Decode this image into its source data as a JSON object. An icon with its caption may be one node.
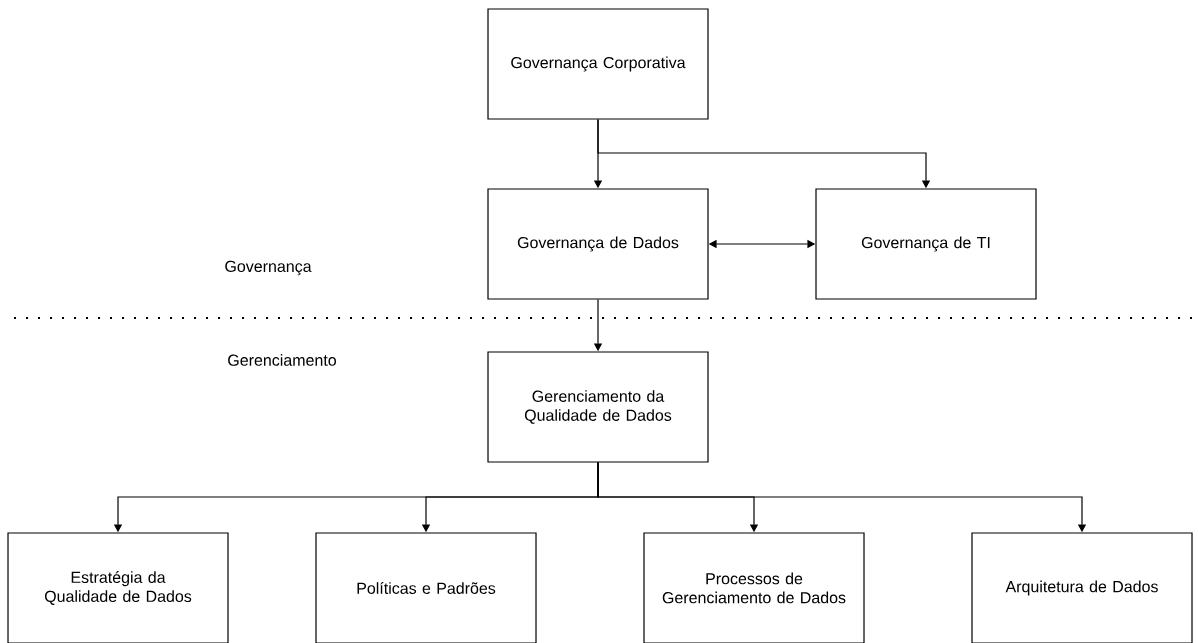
{
  "diagram": {
    "nodes": [
      {
        "text": [
          "Governança Corporativa"
        ]
      },
      {
        "text": [
          "Governança de Dados"
        ]
      },
      {
        "text": [
          "Governança de TI"
        ]
      },
      {
        "text": [
          "Gerenciamento da Qualidade de Dados"
        ]
      },
      {
        "text": [
          "Estratégia da Qualidade de Dados"
        ]
      },
      {
        "text": [
          "Políticas e Padrões"
        ]
      },
      {
        "text": [
          "Processos de Gerenciamento de Dados"
        ]
      },
      {
        "text": [
          "Arquitetura de Dados"
        ]
      }
    ],
    "edges": [
      {
        "from": 0,
        "to": 1,
        "arrow": "to"
      },
      {
        "from": 0,
        "to": 2,
        "arrow": "to"
      },
      {
        "from": 1,
        "to": 2,
        "arrow": "both"
      },
      {
        "from": 1,
        "to": 3,
        "arrow": "to"
      },
      {
        "from": 3,
        "to": 4,
        "arrow": "to"
      },
      {
        "from": 3,
        "to": 5,
        "arrow": "to"
      },
      {
        "from": 3,
        "to": 6,
        "arrow": "to"
      },
      {
        "from": 3,
        "to": 7,
        "arrow": "to"
      }
    ],
    "labels": [
      "Governança",
      "Gerenciamento"
    ]
  }
}
